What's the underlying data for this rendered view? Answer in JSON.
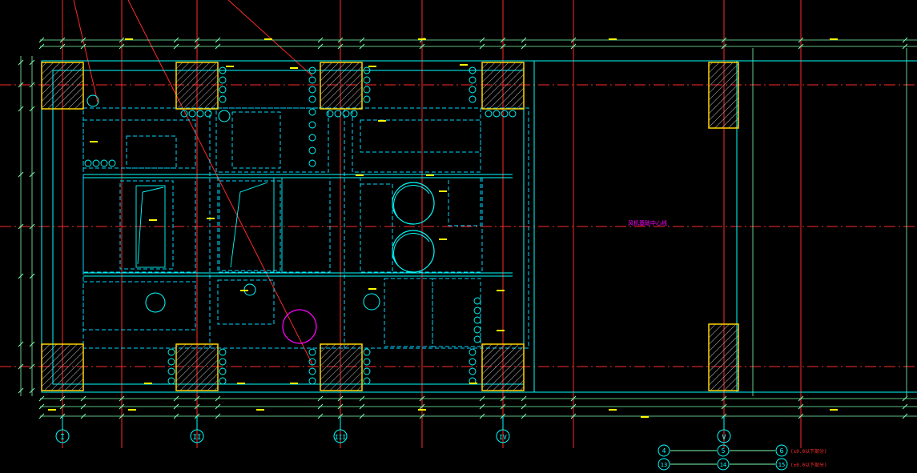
{
  "drawing": {
    "colors": {
      "background": "#000000",
      "frame": "#00ffff",
      "dashed": "#00d7ff",
      "axis": "#ff2a2a",
      "column_border": "#ffd400",
      "dimension": "#7dffb0",
      "label_yellow": "#ffff00",
      "label_magenta": "#ff00ff",
      "label_red": "#ff3030",
      "symbol": "#00ffff"
    },
    "axis_labels": [
      "I",
      "II",
      "III",
      "IV",
      "V"
    ],
    "center_note": "风机基础中心线",
    "legend": {
      "row1": [
        "4",
        "5",
        "6"
      ],
      "row2": [
        "13",
        "14",
        "15"
      ],
      "row1_note": "(±0.0以下部分)",
      "row2_note": "(±0.0以下部分)"
    }
  }
}
